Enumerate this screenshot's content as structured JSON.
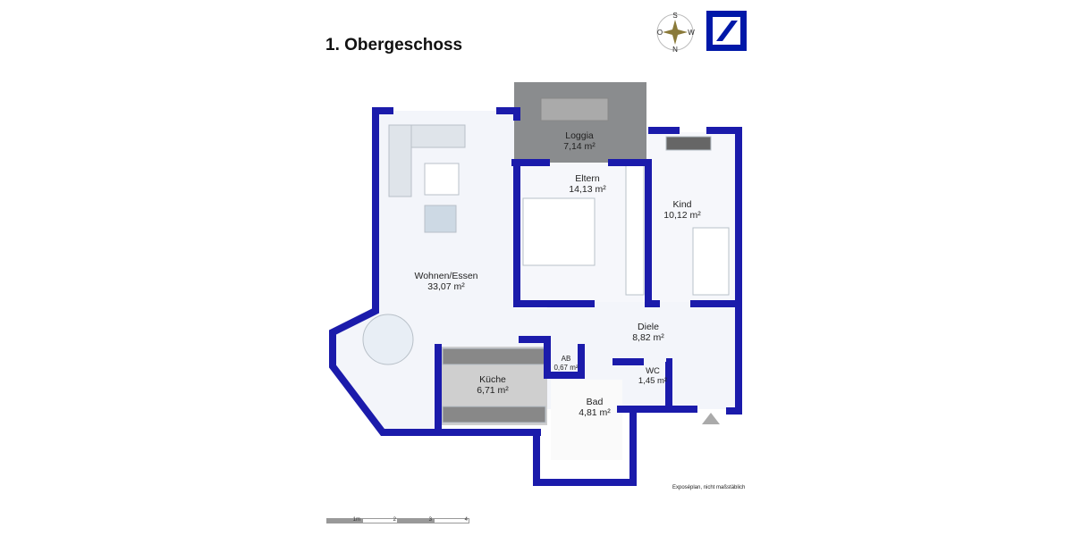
{
  "title": "1. Obergeschoss",
  "compass": {
    "n": "N",
    "s": "S",
    "o": "O",
    "w": "W"
  },
  "logo": "deutsche-bank-logo",
  "colors": {
    "wall": "#1b1bab",
    "floor": "#f3f5fa",
    "loggia": "#8a8c8e"
  },
  "rooms": [
    {
      "name": "Loggia",
      "area": "7,14 m²"
    },
    {
      "name": "Eltern",
      "area": "14,13 m²"
    },
    {
      "name": "Kind",
      "area": "10,12 m²"
    },
    {
      "name": "Wohnen/Essen",
      "area": "33,07 m²"
    },
    {
      "name": "Diele",
      "area": "8,82 m²"
    },
    {
      "name": "AB",
      "area": "0,67 m²"
    },
    {
      "name": "WC",
      "area": "1,45 m²"
    },
    {
      "name": "Küche",
      "area": "6,71 m²"
    },
    {
      "name": "Bad",
      "area": "4,81 m²"
    }
  ],
  "note": "Exposéplan, nicht maßstäblich",
  "scale": [
    "1m",
    "2",
    "3",
    "4"
  ]
}
